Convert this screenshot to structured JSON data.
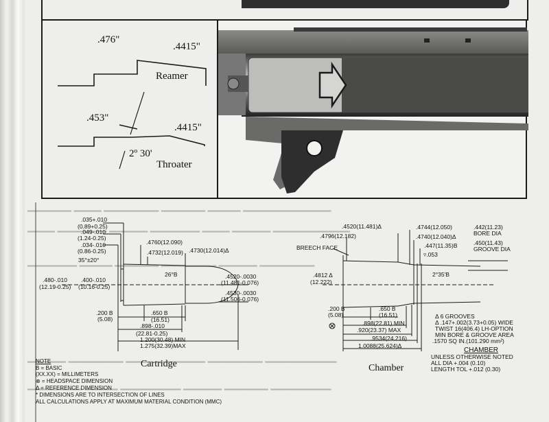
{
  "reamer_diagram": {
    "dim_big": ".476\"",
    "dim_small": ".4415\"",
    "title": "Reamer"
  },
  "throater_diagram": {
    "dim_big": ".453\"",
    "dim_small": ".4415\"",
    "angle": "2º 30'",
    "title": "Throater"
  },
  "cartridge": {
    "dims": {
      "a": ".035+.010",
      "a_mm": "(0.89+0.25)",
      "b": ".049-.010",
      "b_mm": "(1.24-0.25)",
      "c": ".034-.010",
      "c_mm": "(0.86-0.25)",
      "angle1": "35°±20°",
      "rim": ".480-.010",
      "rim_mm": "(12.19-0.25)",
      "head": ".400-.010",
      "head_mm": "(10.16-0.25)",
      "d4760": ".4760(12.090)",
      "d4732": ".4732(12.019)",
      "d4730": ".4730(12.014)Δ",
      "angle2": "26°B",
      "neck1": ".4520-.0030",
      "neck1_mm": "(11.481-0.076)",
      "neck2": ".4530-.0030",
      "neck2_mm": "(11.506-0.076)",
      "l200": ".200 B",
      "l200_mm": "(5.08)",
      "l650": ".650 B",
      "l650_mm": "(16.51)",
      "l898": ".898-.010",
      "l898_mm": "(22.81-0.25)",
      "lmin": "1.200(30.48) MIN",
      "lmax": "1.275(32.39)MAX"
    },
    "caption": "Cartridge"
  },
  "chamber": {
    "dims": {
      "d4520": ".4520(11.481)Δ",
      "d4744": ".4744(12.050)",
      "d4796": ".4796(12.182)",
      "d4740": ".4740(12.040)Δ",
      "d447": ".447(11.35)B",
      "bore": ".442(11.23)",
      "bore_lbl": "BORE DIA",
      "groove": ".450(11.43)",
      "groove_lbl": "GROOVE DIA",
      "breech": "BREECH FACE",
      "d4812": ".4812 Δ",
      "d4812_mm": "(12.222)",
      "d053": "▿.053",
      "angle": "2°35'B",
      "l200": ".200 B",
      "l200_mm": "(5.08)",
      "l650": ".650 B",
      "l650_mm": "(16.51)",
      "l898": ".898(22.81) MIN",
      "l920": ".920(23.37) MAX",
      "l9534": ".9534(24.216)",
      "l10088": "1.0088(25.624)Δ",
      "spec1": "Δ 6 GROOVES",
      "spec2": "Δ .147+.002(3.73+0.05) WIDE",
      "spec3": "TWIST 16(406.4) LH-OPTION",
      "spec4": "MIN BORE & GROOVE AREA",
      "spec5": ".1570 SQ IN.(101.290 mm²)",
      "note_title": "CHAMBER",
      "note1": "UNLESS OTHERWISE NOTED",
      "note2": "ALL DIA +.004 (0.10)",
      "note3": "LENGTH TOL +.012 (0.30)"
    },
    "caption": "Chamber"
  },
  "note": {
    "title": "NOTE",
    "lines": [
      "B = BASIC",
      "(XX.XX) = MILLIMETERS",
      "⊗ = HEADSPACE DIMENSION",
      "Δ = REFERENCE DIMENSION",
      "* DIMENSIONS ARE TO INTERSECTION OF LINES",
      "ALL CALCULATIONS APPLY AT MAXIMUM MATERIAL CONDITION (MMC)"
    ]
  },
  "colors": {
    "ink": "#1a1a1a",
    "paper": "#eeeeec",
    "photo_dark": "#2c2c2c"
  }
}
